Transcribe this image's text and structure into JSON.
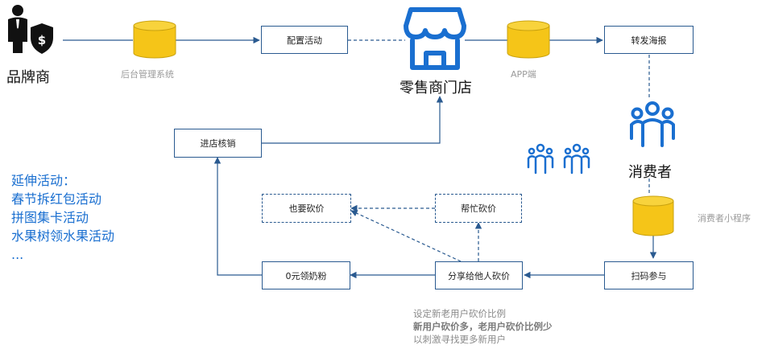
{
  "actors": {
    "brand": "品牌商",
    "store": "零售商门店",
    "consumer": "消费者"
  },
  "systems": {
    "backend": "后台管理系统",
    "app": "APP端",
    "mini_program": "消费者小程序"
  },
  "steps": {
    "configure": "配置活动",
    "forward_poster": "转发海报",
    "scan_join": "扫码参与",
    "share_bargain": "分享给他人砍价",
    "get_milk": "0元领奶粉",
    "verify_in_store": "进店核销",
    "also_bargain": "也要砍价",
    "help_bargain": "帮忙砍价"
  },
  "extensions": {
    "title": "延伸活动：",
    "items": [
      "春节拆红包活动",
      "拼图集卡活动",
      "水果树领水果活动",
      "..."
    ]
  },
  "notes": {
    "line1": "设定新老用户砍价比例",
    "line2": "新用户砍价多，老用户砍价比例少",
    "line3": "以刺激寻找更多新用户"
  },
  "colors": {
    "line": "#2a5a90",
    "icon_blue": "#1a6fd0",
    "db_fill": "#f5c518",
    "db_stroke": "#c9a20f",
    "text_blue": "#1a6fd0"
  },
  "icons": [
    "businessman-shield-icon",
    "database-icon",
    "storefront-icon",
    "people-group-icon"
  ]
}
